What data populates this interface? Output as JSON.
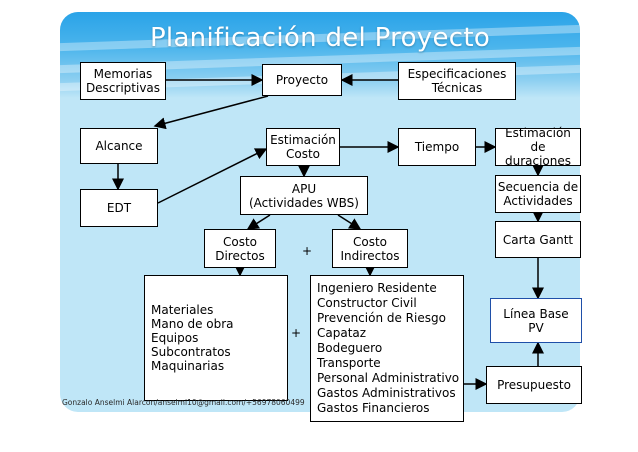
{
  "title": "Planificación del Proyecto",
  "footer": "Gonzalo Anselmi Alarcon/anselmi10@gmail.com/+56978060499",
  "plus_sign": "+",
  "nodes": {
    "memorias": [
      "Memorias",
      "Descriptivas"
    ],
    "proyecto": [
      "Proyecto"
    ],
    "especificaciones": [
      "Especificaciones",
      "Técnicas"
    ],
    "alcance": [
      "Alcance"
    ],
    "estimacion_costo": [
      "Estimación",
      "Costo"
    ],
    "tiempo": [
      "Tiempo"
    ],
    "estimacion_duraciones": [
      "Estimación",
      "de duraciones"
    ],
    "edt": [
      "EDT"
    ],
    "apu": [
      "APU",
      "(Actividades WBS)"
    ],
    "secuencia": [
      "Secuencia de",
      "Actividades"
    ],
    "costo_directos": [
      "Costo",
      "Directos"
    ],
    "costo_indirectos": [
      "Costo",
      "Indirectos"
    ],
    "carta_gantt": [
      "Carta Gantt"
    ],
    "directos_lista": [
      "Materiales",
      "Mano de obra",
      "Equipos",
      "Subcontratos",
      "Maquinarias"
    ],
    "indirectos_lista": [
      "Ingeniero Residente",
      "Constructor Civil",
      "Prevención de Riesgo",
      "Capataz",
      "Bodeguero",
      "Transporte",
      "Personal Administrativo",
      "Gastos Administrativos",
      "Gastos Financieros"
    ],
    "linea_base": [
      "Línea Base",
      "PV"
    ],
    "presupuesto": [
      "Presupuesto"
    ]
  },
  "colors": {
    "banner": "#2aa3e8",
    "panel": "#bfe6f7",
    "highlight_border": "#1f4fa8"
  }
}
